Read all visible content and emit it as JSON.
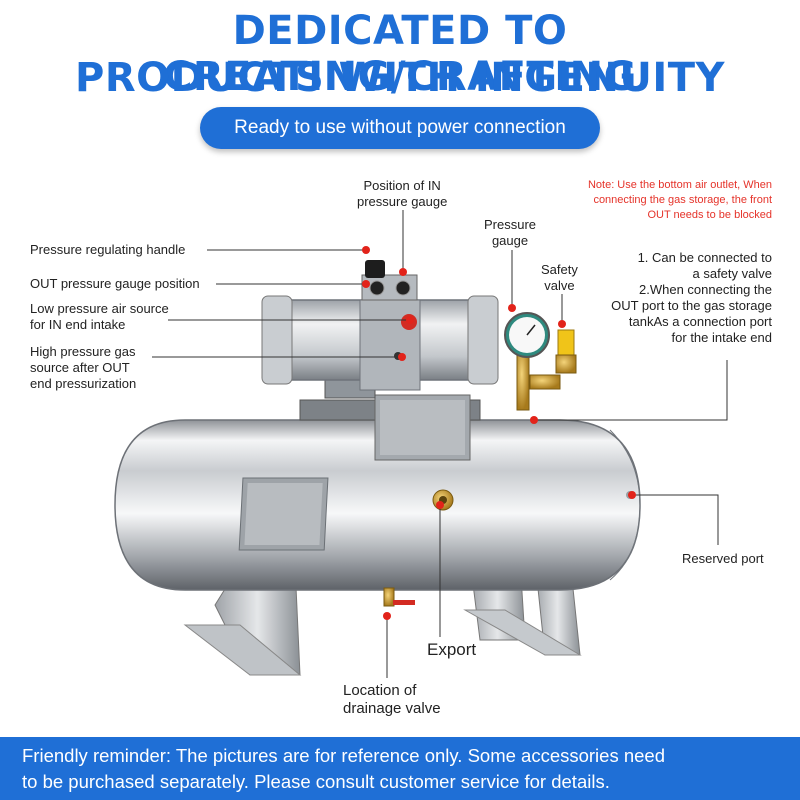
{
  "header": {
    "line1": "DEDICATED TO CREATING/CRAFTING",
    "line2": "PRODUCTS WITH INGENUITY",
    "pill": "Ready to use without power connection"
  },
  "note": {
    "line1": "Note: Use the bottom air outlet, When",
    "line2": "connecting the gas storage, the front",
    "line3": "OUT needs to be blocked"
  },
  "labels": {
    "in_gauge_1": "Position of IN",
    "in_gauge_2": "pressure gauge",
    "pressure_gauge_1": "Pressure",
    "pressure_gauge_2": "gauge",
    "safety_valve_1": "Safety",
    "safety_valve_2": "valve",
    "handle": "Pressure regulating handle",
    "out_gauge": "OUT pressure gauge position",
    "low_pressure_1": "Low pressure air source",
    "low_pressure_2": "for IN end intake",
    "high_pressure_1": "High pressure gas",
    "high_pressure_2": "source after OUT",
    "high_pressure_3": "end pressurization",
    "connect_1": "1. Can be connected to",
    "connect_2": "a safety valve",
    "connect_3": "2.When connecting the",
    "connect_4": "OUT port to the gas storage",
    "connect_5": "tankAs a connection port",
    "connect_6": "for the intake end",
    "reserved_port": "Reserved port",
    "export": "Export",
    "drain_1": "Location of",
    "drain_2": "drainage valve"
  },
  "footer": {
    "line1": "Friendly reminder: The pictures are for reference only. Some accessories need",
    "line2": "to be purchased separately. Please consult customer service for details."
  },
  "colors": {
    "brand_blue": "#1f6fd6",
    "note_red": "#e5332a",
    "marker_red": "#e2231a"
  }
}
